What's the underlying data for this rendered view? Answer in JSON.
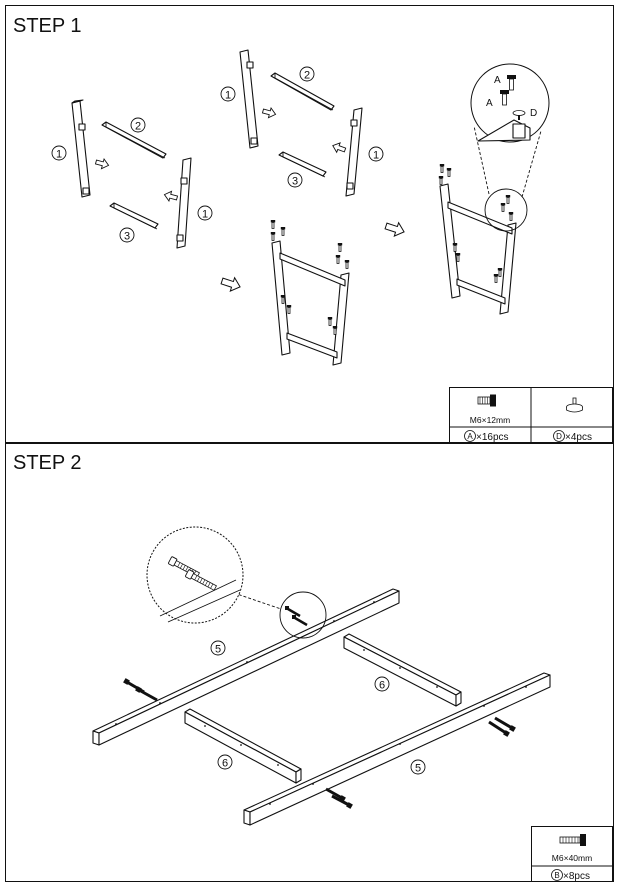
{
  "step1": {
    "title": "STEP 1",
    "part_labels": {
      "leg": "1",
      "rail_long": "2",
      "rail_short": "3"
    },
    "detail_labels": {
      "bolt": "A",
      "foot": "D"
    },
    "hardware_table": {
      "bolt_size": "M6×12mm",
      "bolt_qty": "×16pcs",
      "bolt_code": "A",
      "foot_qty": "×4pcs",
      "foot_code": "D",
      "bolt_icon": "bolt-icon",
      "foot_icon": "leveling-foot-icon"
    }
  },
  "step2": {
    "title": "STEP 2",
    "part_labels": {
      "long_rail": "5",
      "cross_rail": "6"
    },
    "hardware_table": {
      "bolt_size": "M6×40mm",
      "bolt_qty": "×8pcs",
      "bolt_code": "B",
      "bolt_icon": "long-bolt-icon"
    }
  },
  "colors": {
    "line": "#111111",
    "background": "#ffffff"
  }
}
